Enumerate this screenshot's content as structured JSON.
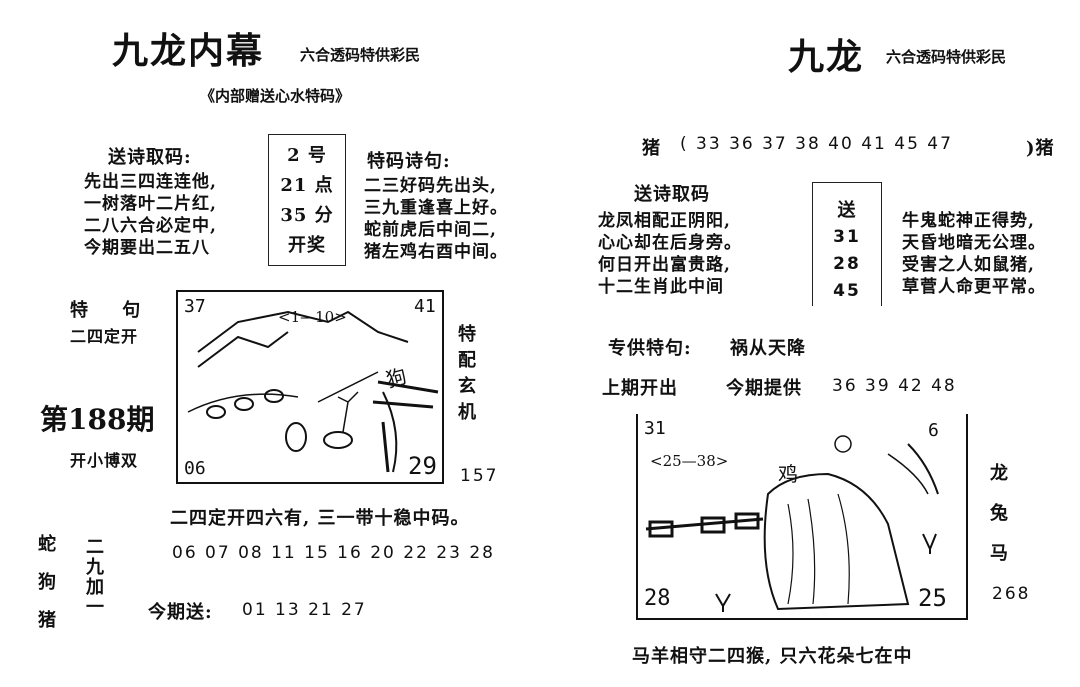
{
  "left": {
    "title": "九龙内幕",
    "subtitle": "六合透码特供彩民",
    "gift_line": "《内部赠送心水特码》",
    "send_poem_title": "送诗取码:",
    "send_poem_lines": [
      "先出三四连连他,",
      "一树落叶二片红,",
      "二八六合必定中,",
      "今期要出二五八"
    ],
    "box_lines": [
      "2 号",
      "21 点",
      "35 分",
      "开奖"
    ],
    "special_poem_title": "特码诗句:",
    "special_poem_lines": [
      "二三好码先出头,",
      "三九重逢喜上好。",
      "蛇前虎后中间二,",
      "猪左鸡右酉中间。"
    ],
    "tejuh_title": "特 句",
    "tejuh_value": "二四定开",
    "issue": "第188期",
    "kai": "开小博双",
    "pic_vertical": [
      "特",
      "配",
      "玄",
      "机"
    ],
    "pic_num_br": "157",
    "pic_labels": {
      "tl": "37",
      "tr": "41",
      "bl": "06",
      "br": "29",
      "range": "<1—10>",
      "dog": "狗"
    },
    "line_24": "二四定开四六有, 三一带十稳中码。",
    "animals": [
      "蛇",
      "狗",
      "猪"
    ],
    "jiu_jia": [
      "二",
      "九",
      "加",
      "一"
    ],
    "numbers_row": "06 07 08 11 15 16 20 22 23 28",
    "today_send_label": "今期送:",
    "today_send_nums": "01 13 21 27"
  },
  "right": {
    "title": "九龙",
    "subtitle": "六合透码特供彩民",
    "pig_left": "猪",
    "pig_numbers": "( 33 36 37 38 40 41 45 47",
    "pig_right": ")猪",
    "send_poem_title": "送诗取码",
    "poem_left": [
      "龙凤相配正阴阳,",
      "心心却在后身旁。",
      "何日开出富贵路,",
      "十二生肖此中间"
    ],
    "box_lines": [
      "送",
      "31",
      "28",
      "45"
    ],
    "poem_right": [
      "牛鬼蛇神正得势,",
      "天昏地暗无公理。",
      "受害之人如鼠猪,",
      "草菅人命更平常。"
    ],
    "special_label": "专供特句:",
    "special_value": "祸从天降",
    "last_label": "上期开出",
    "today_label": "今期提供",
    "today_nums": "36 39 42 48",
    "side_animals": [
      "龙",
      "兔",
      "马"
    ],
    "side_num": "268",
    "pic_labels": {
      "tl": "31",
      "tr": "6",
      "bl": "28",
      "br": "25",
      "range": "<25—38>",
      "chicken": "鸡"
    },
    "bottom_line": "马羊相守二四猴, 只六花朵七在中"
  }
}
